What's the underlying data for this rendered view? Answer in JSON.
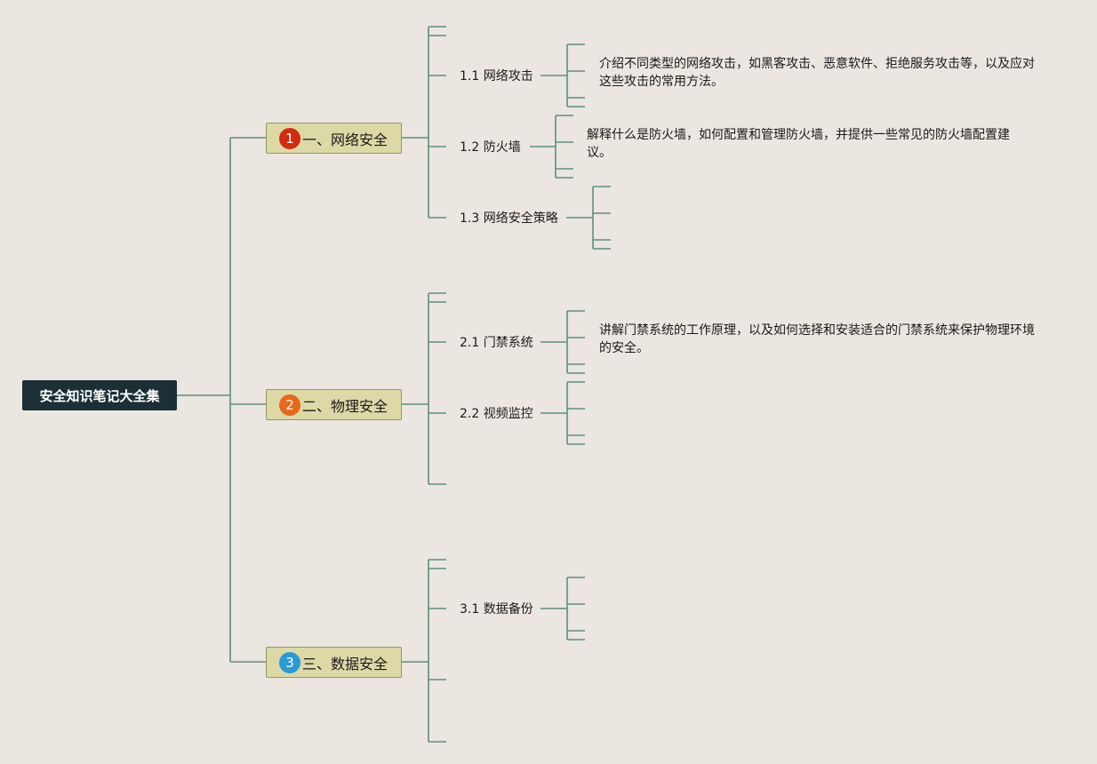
{
  "root": {
    "title": "安全知识笔记大全集"
  },
  "colors": {
    "background": "#ebe6df",
    "line": "#5d8f7e",
    "root_bg": "#1b2f35",
    "topic_bg": "#ddd9a6"
  },
  "topics": [
    {
      "number": "1",
      "badge_color": "#d42b10",
      "label": "一、网络安全",
      "subtopics": [
        {
          "label": "1.1 网络攻击",
          "description": "介绍不同类型的网络攻击，如黑客攻击、恶意软件、拒绝服务攻击等，以及应对这些攻击的常用方法。"
        },
        {
          "label": "1.2 防火墙",
          "description": "解释什么是防火墙，如何配置和管理防火墙，并提供一些常见的防火墙配置建议。"
        },
        {
          "label": "1.3 网络安全策略",
          "description": ""
        }
      ]
    },
    {
      "number": "2",
      "badge_color": "#e8681a",
      "label": "二、物理安全",
      "subtopics": [
        {
          "label": "2.1 门禁系统",
          "description": "讲解门禁系统的工作原理，以及如何选择和安装适合的门禁系统来保护物理环境的安全。"
        },
        {
          "label": "2.2 视频监控",
          "description": ""
        }
      ]
    },
    {
      "number": "3",
      "badge_color": "#2a9ad6",
      "label": "三、数据安全",
      "subtopics": [
        {
          "label": "3.1 数据备份",
          "description": ""
        }
      ]
    }
  ]
}
